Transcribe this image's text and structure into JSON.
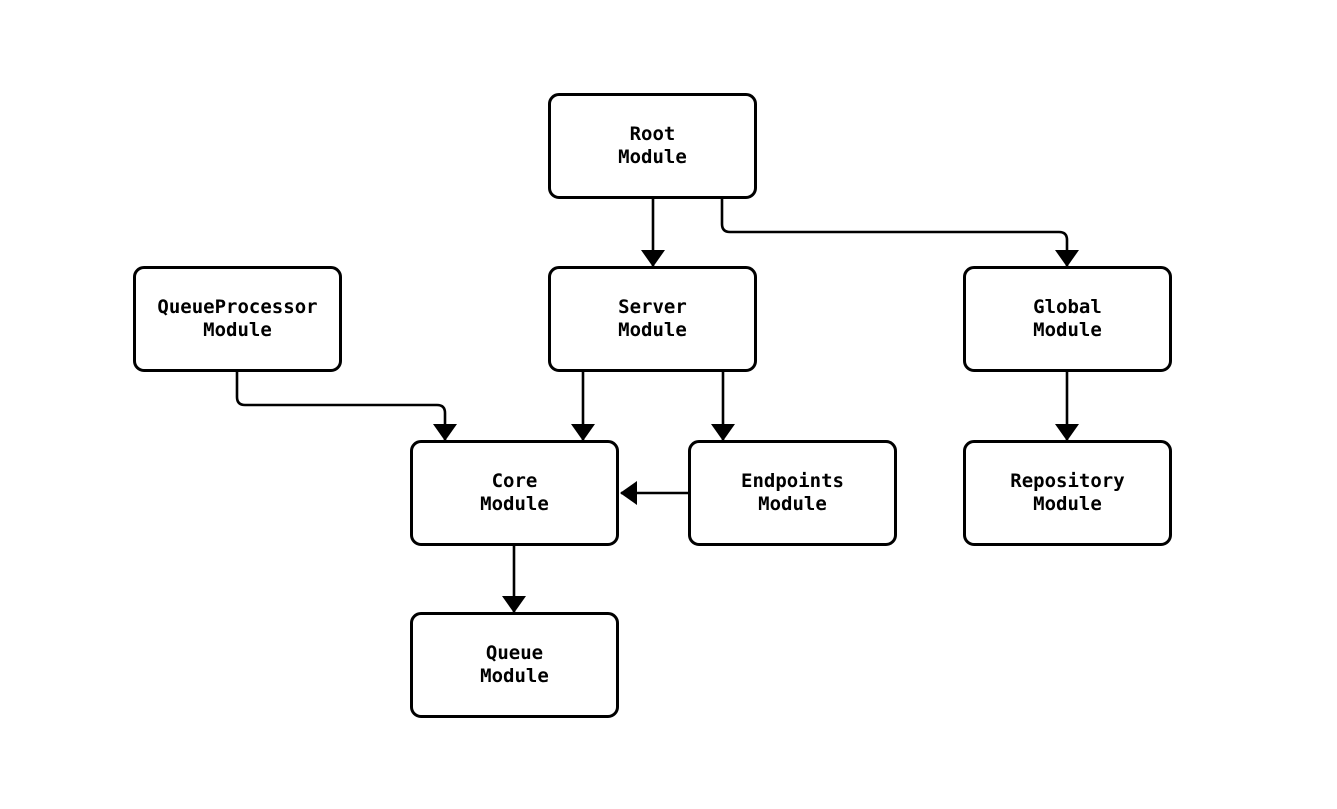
{
  "diagram": {
    "title": "module-dependency-diagram",
    "background_color": "#ffffff",
    "stroke_color": "#000000",
    "text_color": "#000000",
    "nodes": {
      "root": {
        "line1": "Root",
        "line2": "Module"
      },
      "queueprocessor": {
        "line1": "QueueProcessor",
        "line2": "Module"
      },
      "server": {
        "line1": "Server",
        "line2": "Module"
      },
      "global": {
        "line1": "Global",
        "line2": "Module"
      },
      "core": {
        "line1": "Core",
        "line2": "Module"
      },
      "endpoints": {
        "line1": "Endpoints",
        "line2": "Module"
      },
      "repository": {
        "line1": "Repository",
        "line2": "Module"
      },
      "queue": {
        "line1": "Queue",
        "line2": "Module"
      }
    },
    "edges": [
      {
        "from": "Root Module",
        "to": "Server Module"
      },
      {
        "from": "Root Module",
        "to": "Global Module"
      },
      {
        "from": "QueueProcessor Module",
        "to": "Core Module"
      },
      {
        "from": "Server Module",
        "to": "Core Module"
      },
      {
        "from": "Server Module",
        "to": "Endpoints Module"
      },
      {
        "from": "Global Module",
        "to": "Repository Module"
      },
      {
        "from": "Endpoints Module",
        "to": "Core Module"
      },
      {
        "from": "Core Module",
        "to": "Queue Module"
      }
    ]
  }
}
